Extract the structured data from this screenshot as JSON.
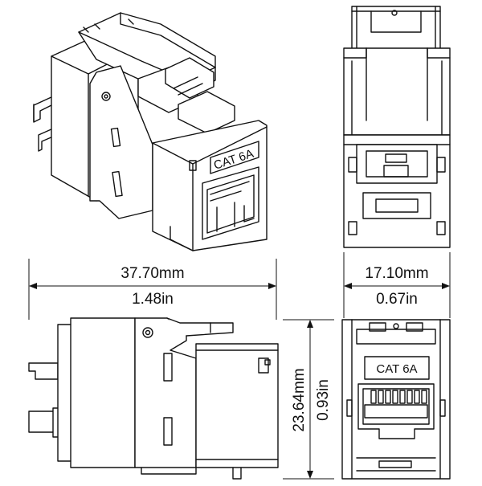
{
  "dimensions": {
    "length_mm": "37.70mm",
    "length_in": "1.48in",
    "width_mm": "17.10mm",
    "width_in": "0.67in",
    "height_mm": "23.64mm",
    "height_in": "0.93in"
  },
  "labels": {
    "iso_marking": "CAT 6A",
    "front_marking": "CAT  6A"
  }
}
